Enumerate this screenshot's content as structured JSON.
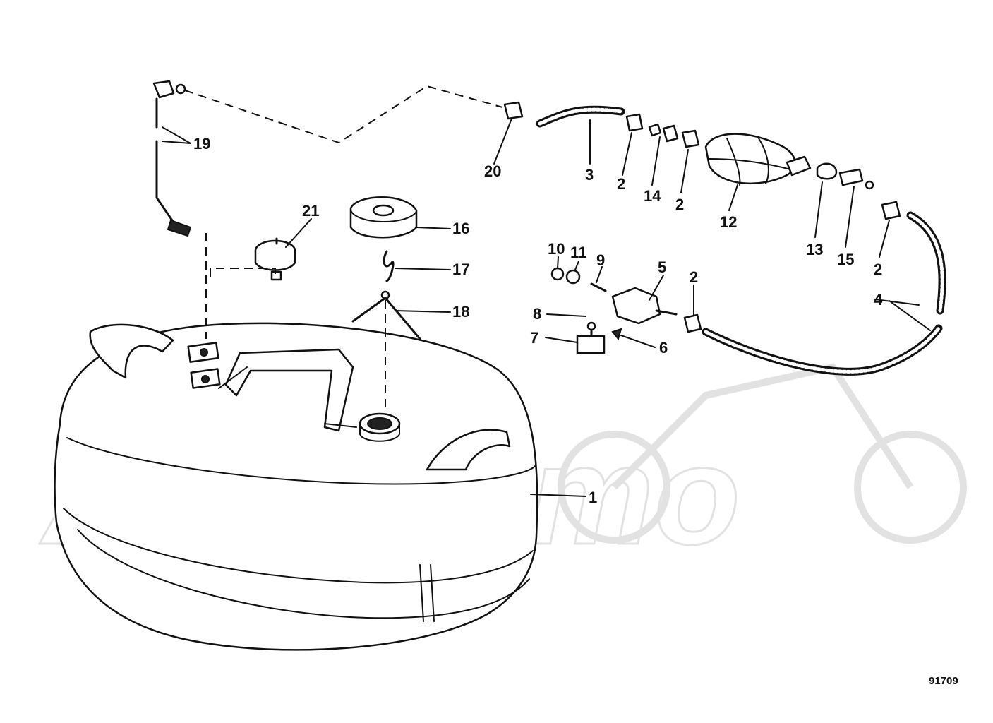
{
  "diagram": {
    "watermark_text": "AeHMomo",
    "reference_number": "91709",
    "callouts": {
      "c1": "1",
      "c2a": "2",
      "c2b": "2",
      "c2c": "2",
      "c2d": "2",
      "c3": "3",
      "c4": "4",
      "c5": "5",
      "c6": "6",
      "c7": "7",
      "c8": "8",
      "c9": "9",
      "c10": "10",
      "c11": "11",
      "c12": "12",
      "c13": "13",
      "c14": "14",
      "c15": "15",
      "c16": "16",
      "c17": "17",
      "c18": "18",
      "c19": "19",
      "c20": "20",
      "c21": "21"
    }
  }
}
